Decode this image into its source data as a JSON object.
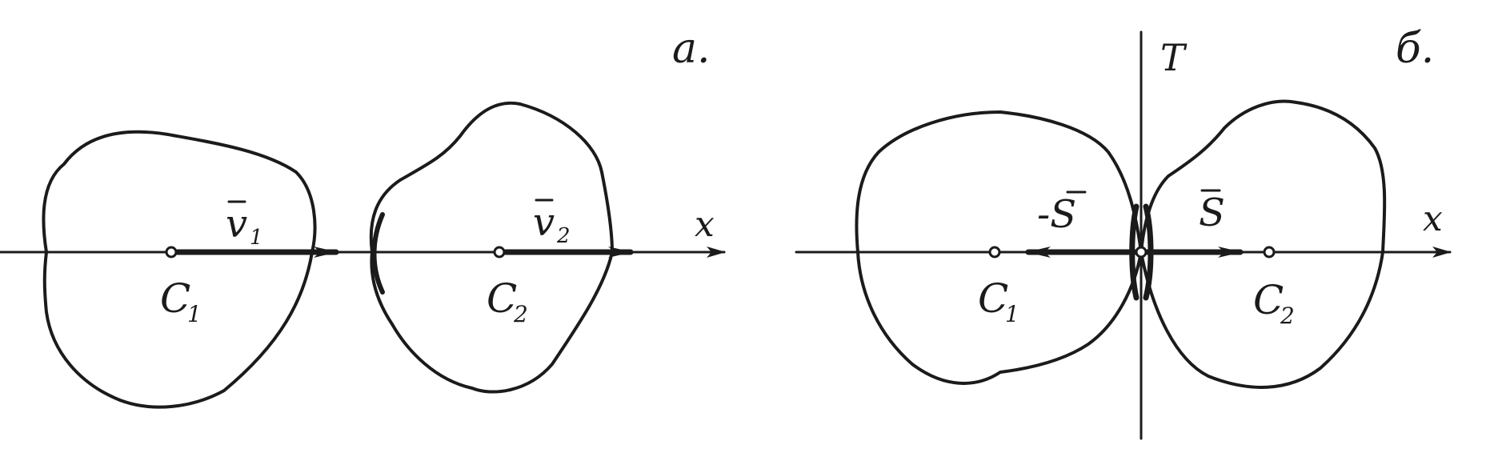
{
  "panel_a": {
    "tag": "а.",
    "body1_center": "C",
    "body1_center_sub": "1",
    "body2_center": "C",
    "body2_center_sub": "2",
    "velocity1": "v",
    "velocity1_sub": "1",
    "velocity2": "v",
    "velocity2_sub": "2",
    "axis_label": "x"
  },
  "panel_b": {
    "tag": "б.",
    "tangent_label": "T",
    "body1_center": "C",
    "body1_center_sub": "1",
    "body2_center": "C",
    "body2_center_sub": "2",
    "impulse_neg": "-S",
    "impulse_pos": "S",
    "axis_label": "x"
  },
  "colors": {
    "ink": "#1b1b1b",
    "paper": "#ffffff"
  }
}
